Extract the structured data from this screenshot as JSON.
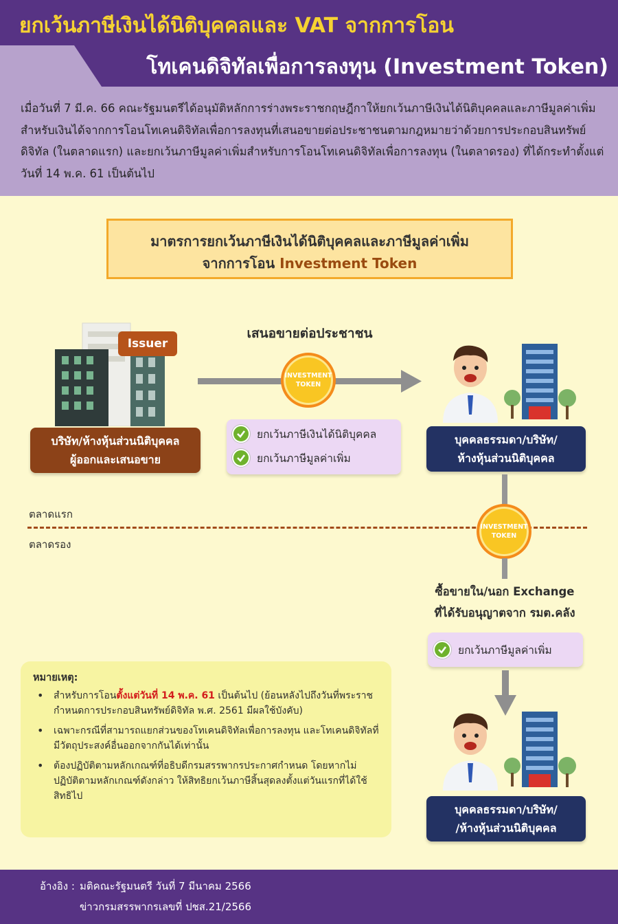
{
  "header": {
    "title_line_1": "ยกเว้นภาษีเงินได้นิติบุคคลและ VAT จากการโอน",
    "title_line_2": "โทเคนดิจิทัลเพื่อการลงทุน (Investment Token)",
    "intro": "เมื่อวันที่ 7 มี.ค. 66 คณะรัฐมนตรีได้อนุมัติหลักการร่างพระราชกฤษฎีกาให้ยกเว้นภาษีเงินได้นิติบุคคลและภาษีมูลค่าเพิ่ม สำหรับเงินได้จากการโอนโทเคนดิจิทัลเพื่อการลงทุนที่เสนอขายต่อประชาชนตามกฎหมายว่าด้วยการประกอบสินทรัพย์ดิจิทัล (ในตลาดแรก) และยกเว้นภาษีมูลค่าเพิ่มสำหรับการโอนโทเคนดิจิทัลเพื่อการลงทุน (ในตลาดรอง) ที่ได้กระทำตั้งแต่วันที่ 14 พ.ค. 61 เป็นต้นไป"
  },
  "measure": {
    "line_1": "มาตรการยกเว้นภาษีเงินได้นิติบุคคลและภาษีมูลค่าเพิ่ม",
    "line_2_prefix": "จากการโอน ",
    "line_2_accent": "Investment Token"
  },
  "issuer": {
    "badge": "Issuer",
    "label_line_1": "บริษัท/ห้างหุ้นส่วนนิติบุคคล",
    "label_line_2": "ผู้ออกและเสนอขาย"
  },
  "offer": {
    "title": "เสนอขายต่อประชาชน",
    "token_line_1": "INVESTMENT",
    "token_line_2": "TOKEN",
    "benefit_1": "ยกเว้นภาษีเงินได้นิติบุคคล",
    "benefit_2": "ยกเว้นภาษีมูลค่าเพิ่ม"
  },
  "buyer_1": {
    "label_line_1": "บุคคลธรรมดา/บริษัท/",
    "label_line_2": "ห้างหุ้นส่วนนิติบุคคล"
  },
  "markets": {
    "primary": "ตลาดแรก",
    "secondary": "ตลาดรอง"
  },
  "secondary": {
    "token_line_1": "INVESTMENT",
    "token_line_2": "TOKEN",
    "exchange_line_1": "ซื้อขายใน/นอก Exchange",
    "exchange_line_2": "ที่ได้รับอนุญาตจาก รมต.คลัง",
    "benefit": "ยกเว้นภาษีมูลค่าเพิ่ม"
  },
  "buyer_2": {
    "label_line_1": "บุคคลธรรมดา/บริษัท/",
    "label_line_2": "/ห้างหุ้นส่วนนิติบุคคล"
  },
  "note": {
    "title": "หมายเหตุ:",
    "item_1_prefix": "สำหรับการโอน",
    "item_1_highlight": "ตั้งแต่วันที่ 14 พ.ค. 61",
    "item_1_suffix": " เป็นต้นไป (ย้อนหลังไปถึงวันที่พระราชกำหนดการประกอบสินทรัพย์ดิจิทัล พ.ศ. 2561 มีผลใช้บังคับ)",
    "item_2": "เฉพาะกรณีที่สามารถแยกส่วนของโทเคนดิจิทัลเพื่อการลงทุน และโทเคนดิจิทัลที่มีวัตถุประสงค์อื่นออกจากกันได้เท่านั้น",
    "item_3": "ต้องปฏิบัติตามหลักเกณฑ์ที่อธิบดีกรมสรรพากรประกาศกำหนด โดยหากไม่ปฏิบัติตามหลักเกณฑ์ดังกล่าว ให้สิทธิยกเว้นภาษีสิ้นสุดลงตั้งแต่วันแรกที่ได้ใช้สิทธิไป"
  },
  "footer": {
    "ref_label": "อ้างอิง :",
    "ref_1": "มติคณะรัฐมนตรี วันที่ 7 มีนาคม 2566",
    "ref_2": "ข่าวกรมสรรพากรเลขที่ ปชส.21/2566"
  },
  "colors": {
    "purple": "#573384",
    "lavender": "#b7a2cc",
    "cream": "#fdf9cf",
    "gold_title": "#f6d332",
    "issuer_brown": "#8c4218",
    "navy": "#233263",
    "check_green": "#6fb22d",
    "highlight_red": "#d31d1d"
  }
}
